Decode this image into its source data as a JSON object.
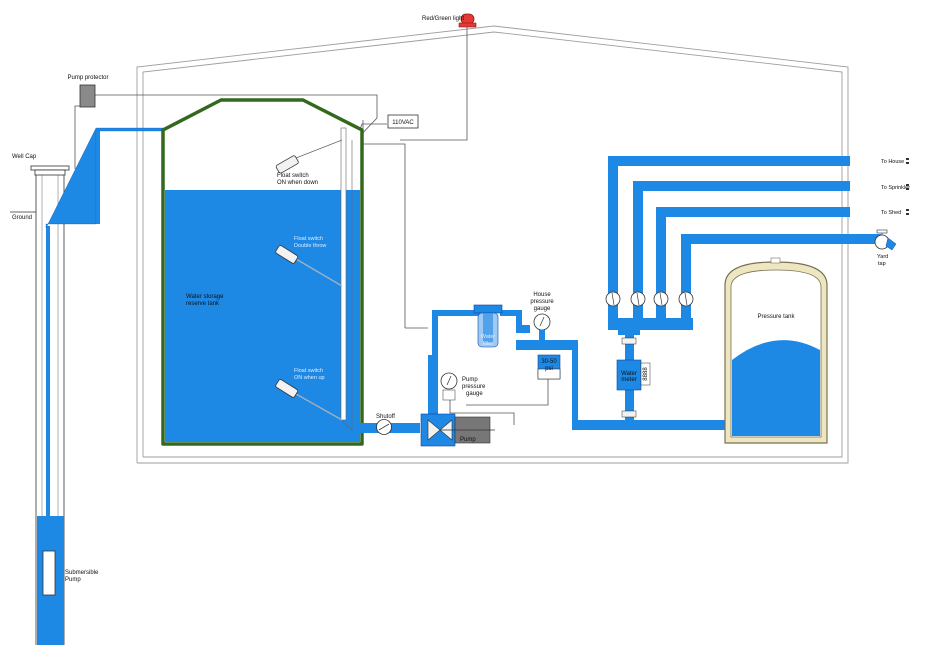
{
  "labels": {
    "red_green_light": "Red/Green light",
    "pump_protector": "Pump protector",
    "well_cap": "Well Cap",
    "ground": "Ground",
    "submersible_pump_1": "Submersible",
    "submersible_pump_2": "Pump",
    "vac": "110VAC",
    "float_top_1": "Float switch",
    "float_top_2": "ON when down",
    "float_mid_1": "Float switch",
    "float_mid_2": "Double throw",
    "float_bottom_1": "Float switch",
    "float_bottom_2": "ON when up",
    "tank_1": "Water storage",
    "tank_2": "reserve tank",
    "shutoff": "Shutoff",
    "pump": "Pump",
    "pump_gauge_1": "Pump",
    "pump_gauge_2": "pressure",
    "pump_gauge_3": "gauge",
    "water_filter_1": "Water",
    "water_filter_2": "filter",
    "house_gauge_1": "House",
    "house_gauge_2": "pressure",
    "house_gauge_3": "gauge",
    "pressure_switch_1": "30-50",
    "pressure_switch_2": "psi",
    "water_meter_1": "Water",
    "water_meter_2": "meter",
    "meter_reading": "8888",
    "pressure_tank": "Pressure tank",
    "to_house": "To House",
    "to_sprinkler": "To Sprinkler",
    "to_shed": "To Shed",
    "yard_tap_1": "Yard",
    "yard_tap_2": "tap"
  },
  "colors": {
    "water": "#1e88e5",
    "pipe_edge": "#0d47a1",
    "tank_border": "#33691e",
    "pressure_tank_fill": "#ede6c2",
    "pressure_tank_edge": "#7a7050",
    "light": "#e53935",
    "pump_body": "#777777",
    "wire": "#555555"
  }
}
